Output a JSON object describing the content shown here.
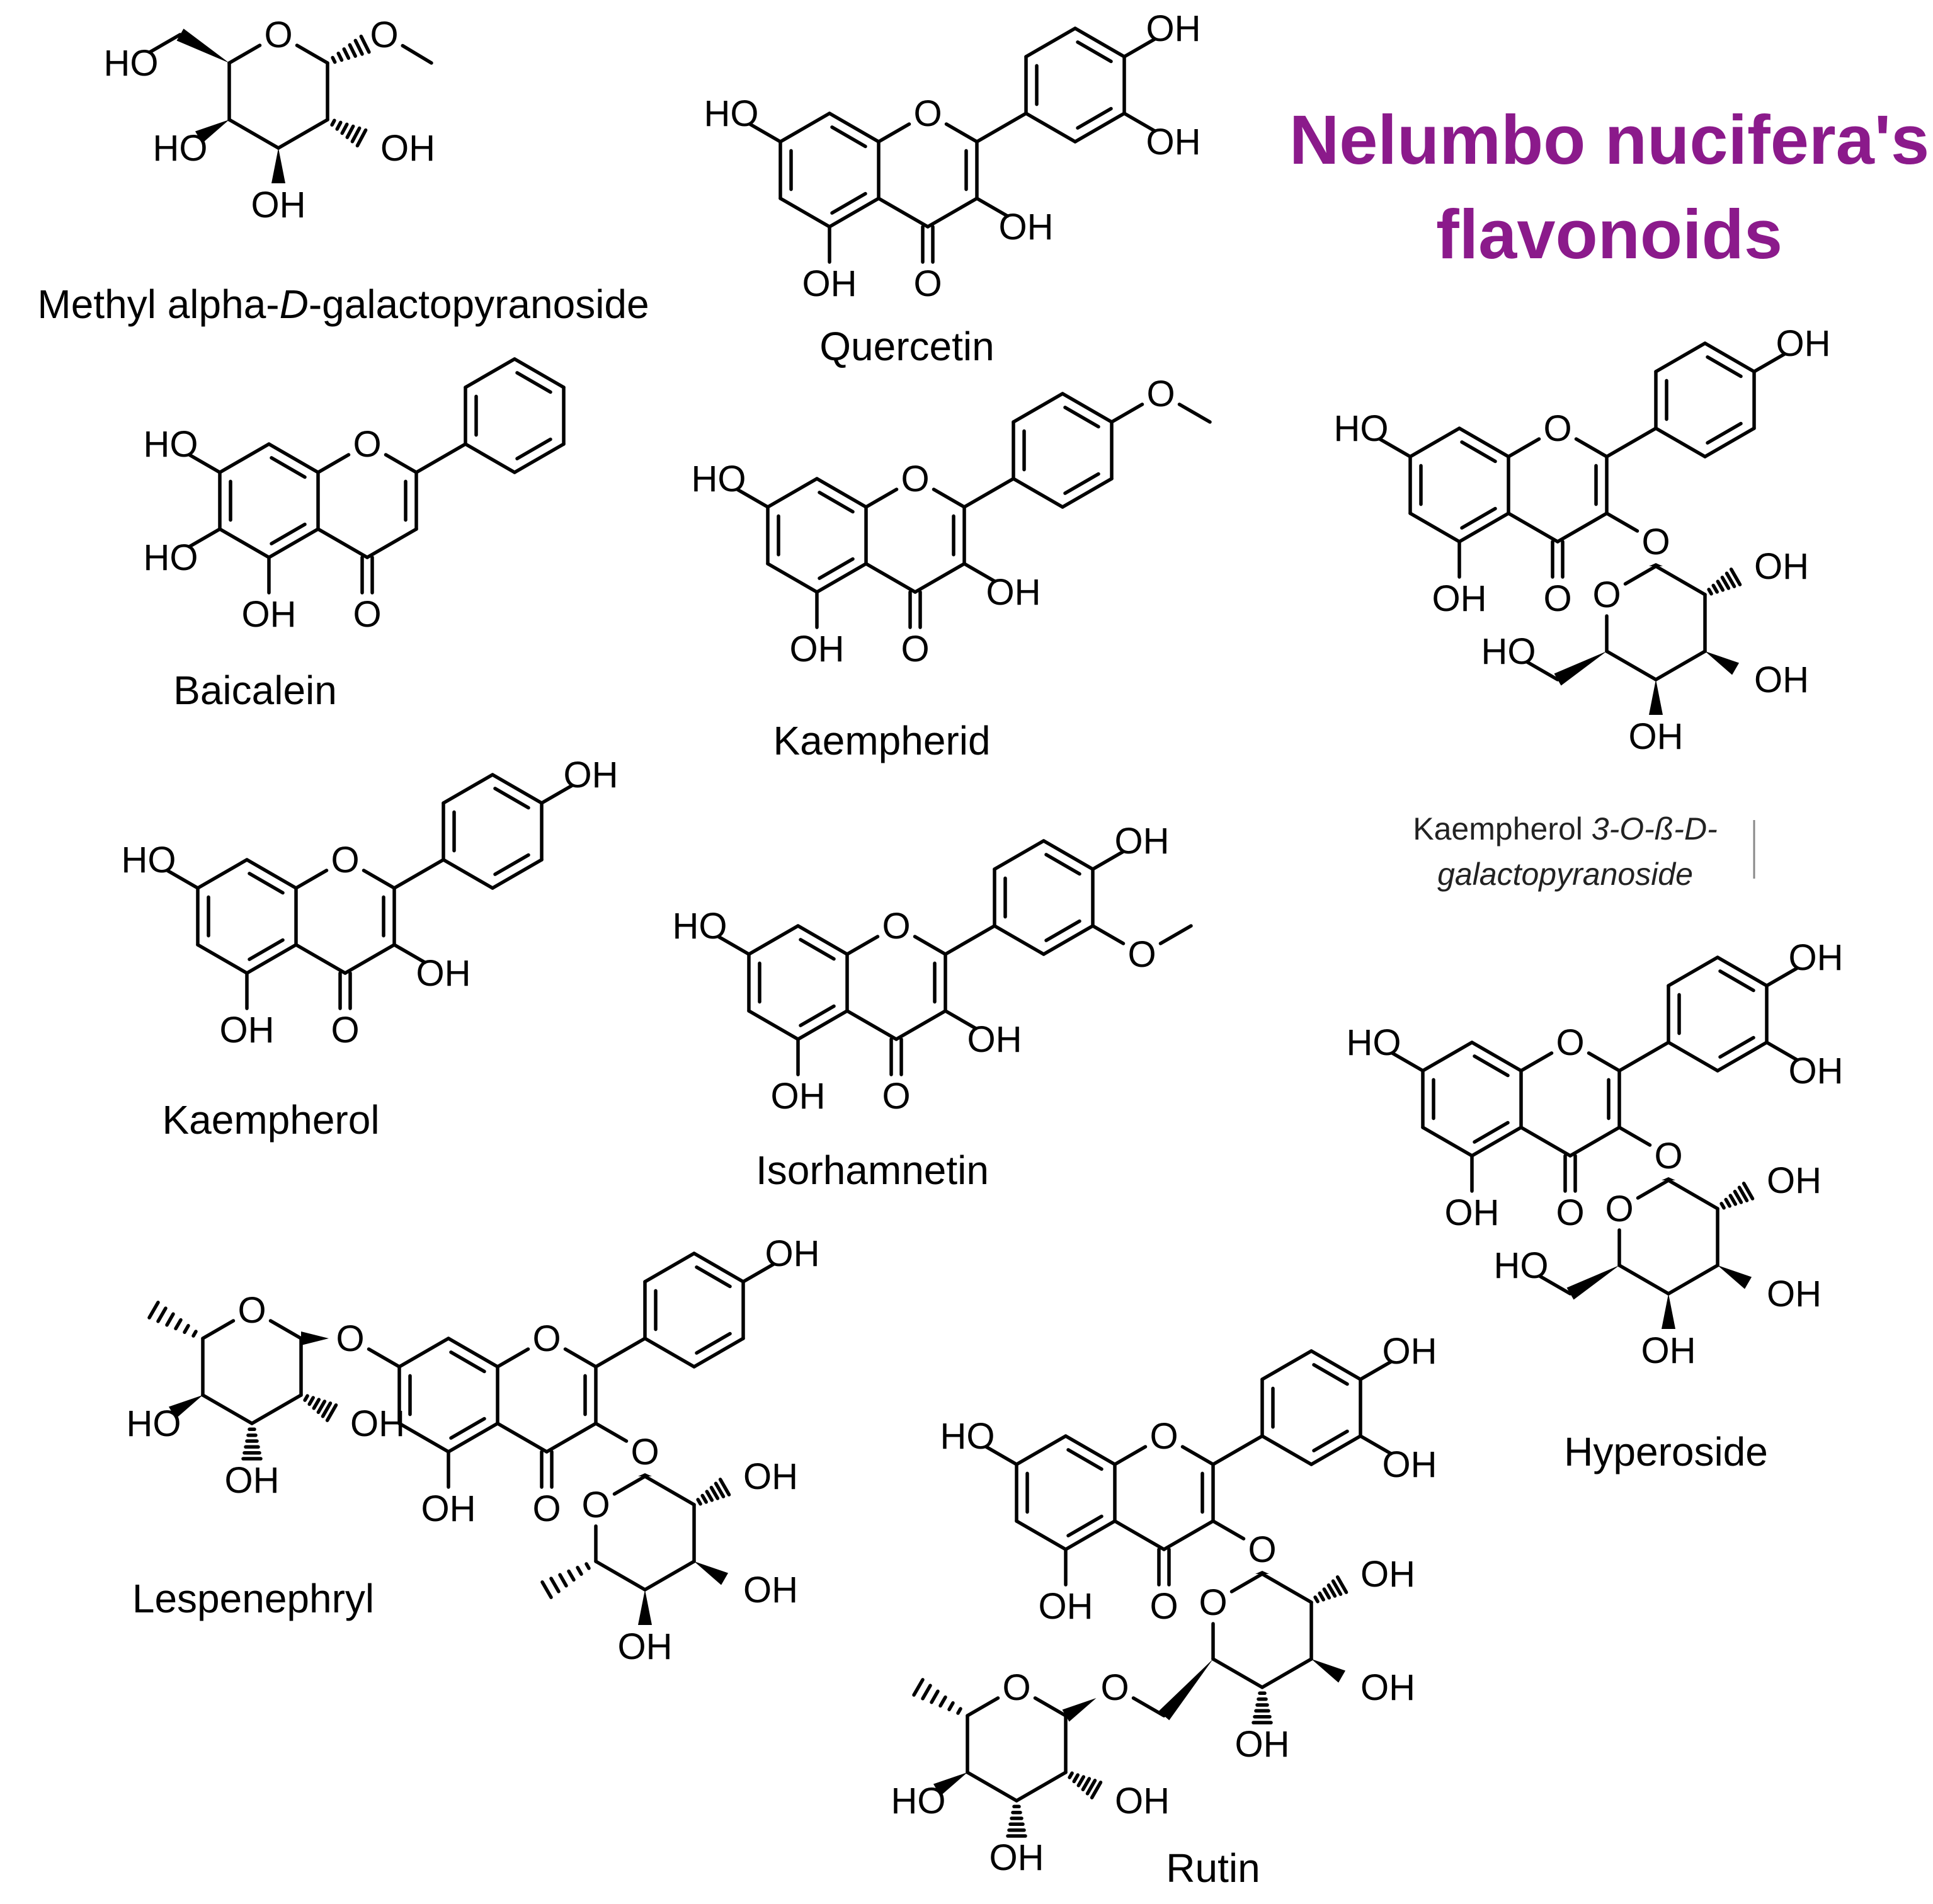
{
  "figure": {
    "title_line1": "Nelumbo nucifera's",
    "title_line2": "flavonoids",
    "title_color": "#8B1A8B"
  },
  "compounds": [
    {
      "id": "methyl-galactopyranoside",
      "name": "Methyl alpha-",
      "name_italic": "D",
      "name_suffix": "-galactopyranoside"
    },
    {
      "id": "quercetin",
      "name": "Quercetin"
    },
    {
      "id": "baicalein",
      "name": "Baicalein"
    },
    {
      "id": "kaempherid",
      "name": "Kaempherid"
    },
    {
      "id": "kaempherol-galactoside",
      "name_line1_plain": "Kaempherol ",
      "name_line1_italic": "3-O-ß-D-",
      "name_line2_italic": "galactopyranoside"
    },
    {
      "id": "kaempherol",
      "name": "Kaempherol"
    },
    {
      "id": "isorhamnetin",
      "name": "Isorhamnetin"
    },
    {
      "id": "hyperoside",
      "name": "Hyperoside"
    },
    {
      "id": "lespenephryl",
      "name": "Lespenephryl"
    },
    {
      "id": "rutin",
      "name": "Rutin"
    }
  ],
  "atom_labels": {
    "hydroxyl": "OH",
    "hydroxyl_left": "HO",
    "oxygen": "O"
  }
}
